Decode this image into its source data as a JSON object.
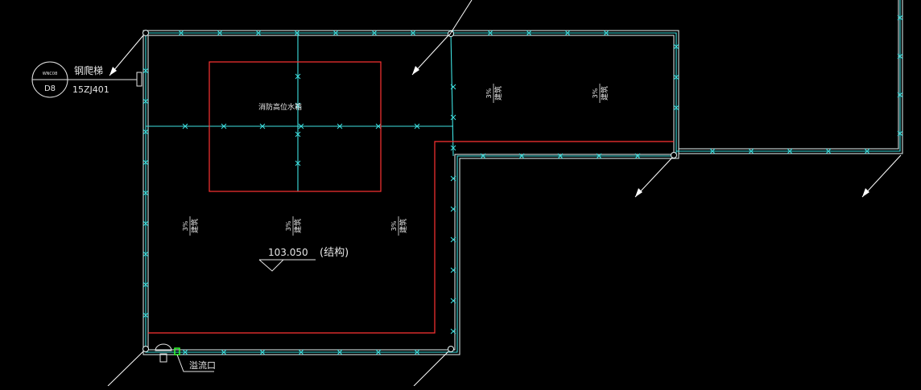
{
  "colors": {
    "background": "#000000",
    "roof_edge": "#e6f4f4",
    "lightning_belt": "#3ee0e0",
    "structure_line": "#ff3333",
    "text": "#e6e6e6",
    "leader": "#ffffff",
    "marker": "#33ff33"
  },
  "ladder_callout": {
    "label": "钢爬梯",
    "circle_top_text": "WNC08",
    "detail_number": "D8",
    "atlas_ref": "15ZJ401"
  },
  "tank": {
    "label": "消防高位水箱"
  },
  "slope": {
    "percent": "3%",
    "word": "建筑"
  },
  "elevation": {
    "value": "103.050",
    "note": "(结构)"
  },
  "overflow": {
    "label": "溢流口"
  }
}
